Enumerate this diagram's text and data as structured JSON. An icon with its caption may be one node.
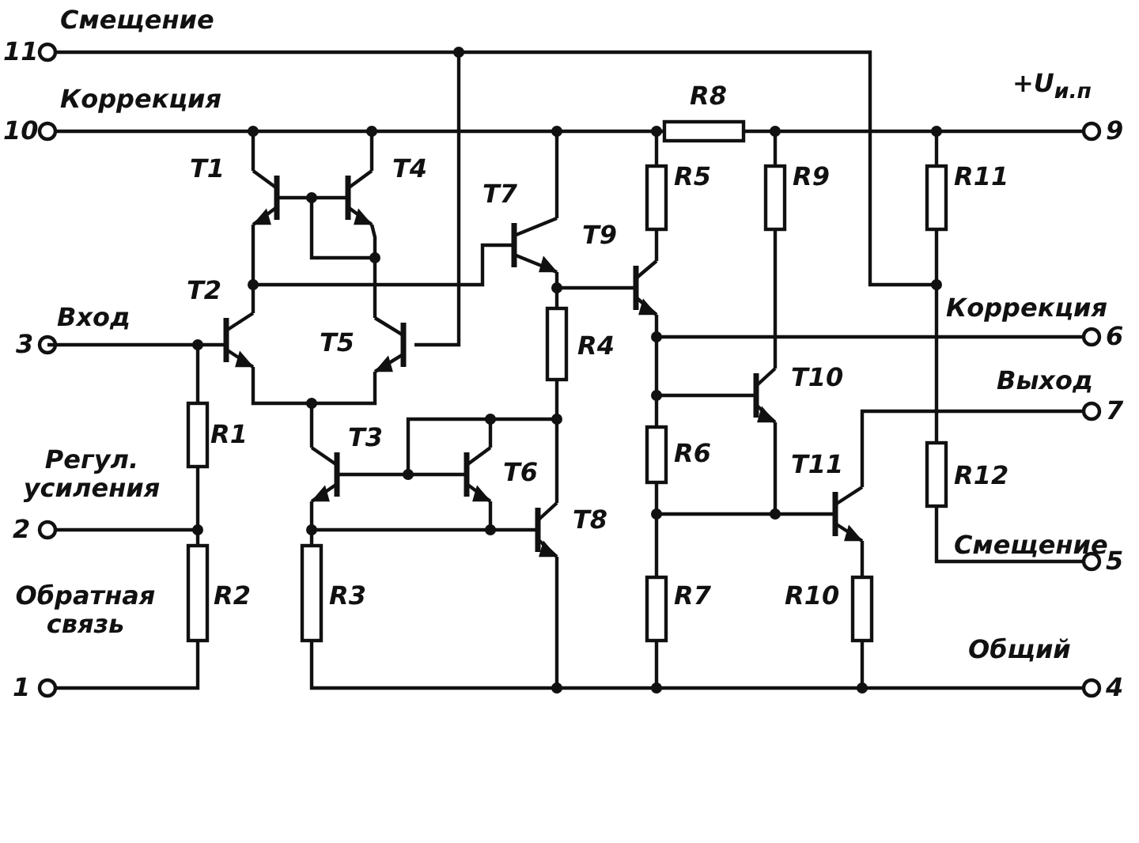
{
  "diagram": {
    "labels": [
      "Смещение",
      "11",
      "Коррекция",
      "10",
      "R8",
      "+U$_{и.п}$",
      "9",
      "T1",
      "T4",
      "T7",
      "R5",
      "R9",
      "R11",
      "T9",
      "T2",
      "Вход",
      "Коррекция",
      "3",
      "T5",
      "R4",
      "6",
      "T10",
      "Выход",
      "7",
      "R1",
      "T3",
      "T6",
      "Регул. усиления",
      "2",
      "R6",
      "T11",
      "R12",
      "T8",
      "Смещение",
      "5",
      "Обратная связь",
      "1",
      "R2",
      "R3",
      "R7",
      "R10",
      "Общий",
      "4"
    ]
  }
}
